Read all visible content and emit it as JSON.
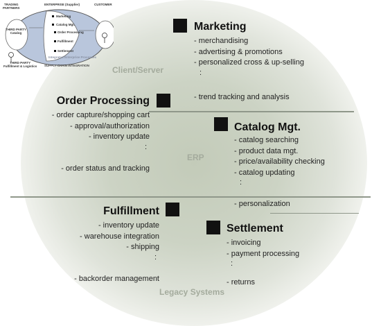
{
  "zones": {
    "client_server": "Client/Server",
    "erp": "ERP",
    "legacy": "Legacy Systems"
  },
  "inset": {
    "left_top": [
      "TRADING",
      "PARTNERS"
    ],
    "center_top": "ENTERPRISE (Supplier)",
    "right_top": "CUSTOMER",
    "third_party_catalog": [
      "THIRD PARTY",
      "Catalog"
    ],
    "third_party_bottom": [
      "THIRD PARTY",
      "Fulfillment & Logistics"
    ],
    "boxes": [
      "Marketing",
      "Catalog Mgt.",
      "Order Processing",
      "Fulfillment",
      "Settlement"
    ],
    "enterprise_label": "Integrated Enterprise Processes",
    "arc_label": "SUPPLY CHAIN INTEGRATION"
  },
  "sections": {
    "marketing": {
      "title": "Marketing",
      "items": [
        "- merchandising",
        "- advertising & promotions",
        "- personalized cross & up-selling",
        ":",
        "- trend tracking and analysis"
      ]
    },
    "order_processing": {
      "title": "Order Processing",
      "items": [
        "- order capture/shopping cart",
        "- approval/authorization",
        "- inventory update",
        ":",
        "- order status and tracking"
      ]
    },
    "catalog": {
      "title": "Catalog Mgt.",
      "items": [
        "- catalog searching",
        "- product data mgt.",
        "- price/availability checking",
        "- catalog updating",
        ":",
        "- personalization"
      ]
    },
    "fulfillment": {
      "title": "Fulfillment",
      "items": [
        "- inventory update",
        "- warehouse integration",
        "- shipping",
        ":",
        "- backorder management"
      ]
    },
    "settlement": {
      "title": "Settlement",
      "items": [
        "- invoicing",
        "- payment processing",
        ":",
        "- returns"
      ]
    }
  }
}
